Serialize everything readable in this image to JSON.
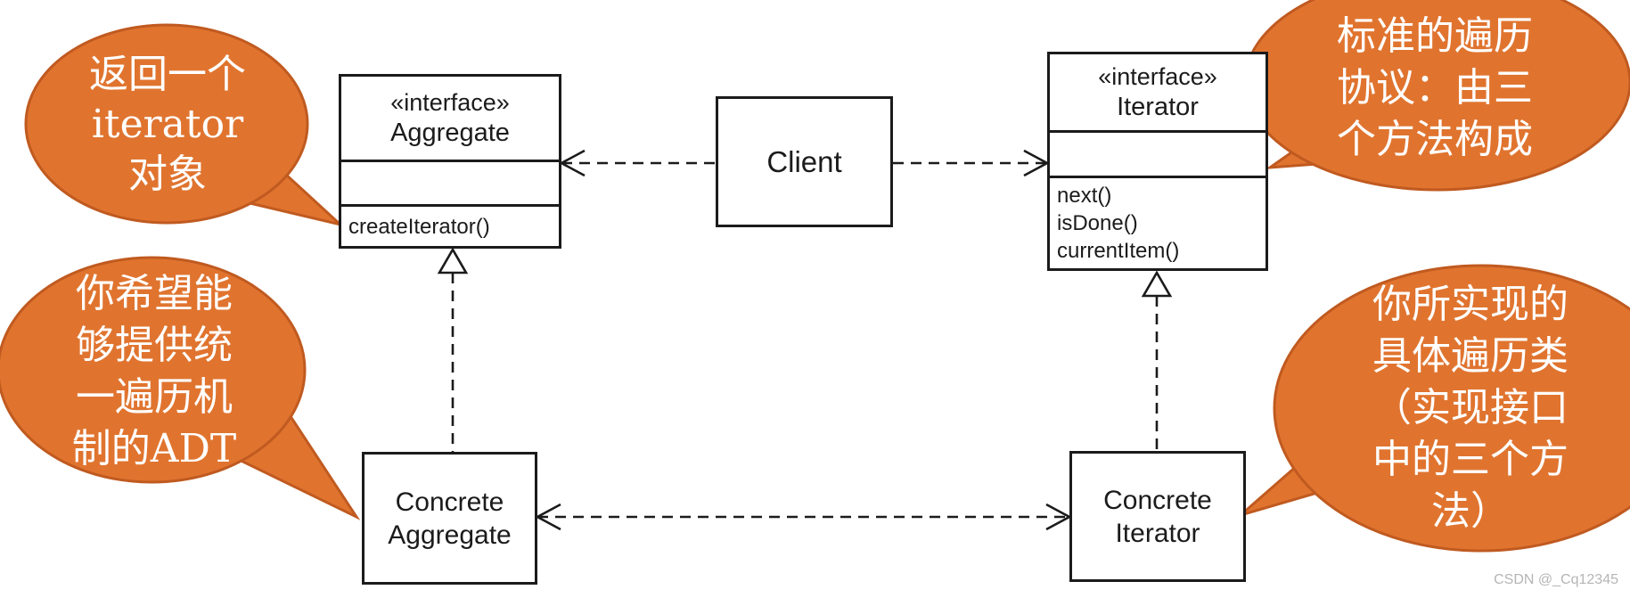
{
  "colors": {
    "callout_fill": "#E0742F",
    "callout_border": "#C05A20",
    "line_color": "#1B1B1B",
    "watermark_color": "#B5B5B5"
  },
  "classes": {
    "aggregate": {
      "stereotype": "«interface»",
      "name": "Aggregate",
      "methods": [
        "createIterator()"
      ]
    },
    "client": {
      "name": "Client"
    },
    "iterator": {
      "stereotype": "«interface»",
      "name": "Iterator",
      "methods": [
        "next()",
        "isDone()",
        "currentItem()"
      ]
    },
    "concrete_aggregate": {
      "name_lines": [
        "Concrete",
        "Aggregate"
      ]
    },
    "concrete_iterator": {
      "name_lines": [
        "Concrete",
        "Iterator"
      ]
    }
  },
  "callouts": {
    "top_left": {
      "lines": [
        "返回一个",
        "iterator",
        "对象"
      ]
    },
    "top_right": {
      "lines": [
        "标准的遍历",
        "协议：由三",
        "个方法构成"
      ]
    },
    "bottom_left": {
      "lines": [
        "你希望能",
        "够提供统",
        "一遍历机",
        "制的ADT"
      ]
    },
    "bottom_right": {
      "lines": [
        "你所实现的",
        "具体遍历类",
        "（实现接口",
        "中的三个方",
        "法）"
      ]
    }
  },
  "watermark": "CSDN @_Cq12345"
}
